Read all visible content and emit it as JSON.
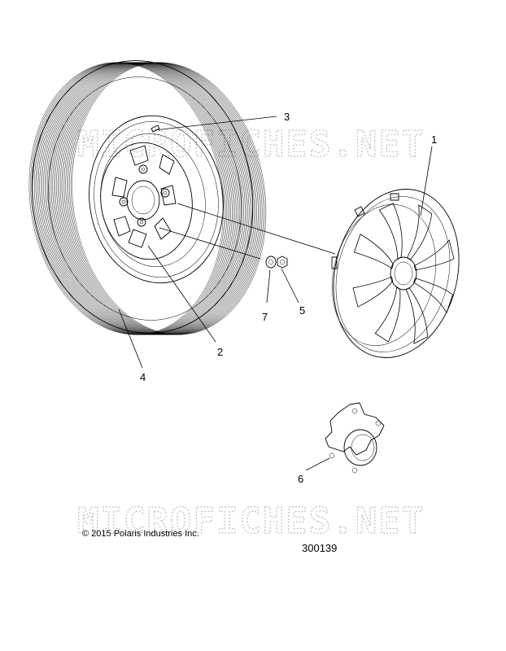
{
  "watermarks": [
    "MICROFICHES.NET",
    "MICROFICHES.NET"
  ],
  "callouts": {
    "c1": "1",
    "c2": "2",
    "c3": "3",
    "c4": "4",
    "c5": "5",
    "c6": "6",
    "c7": "7"
  },
  "footer": {
    "copyright": "© 2015 Polaris Industries Inc.",
    "figure_number": "300139"
  }
}
